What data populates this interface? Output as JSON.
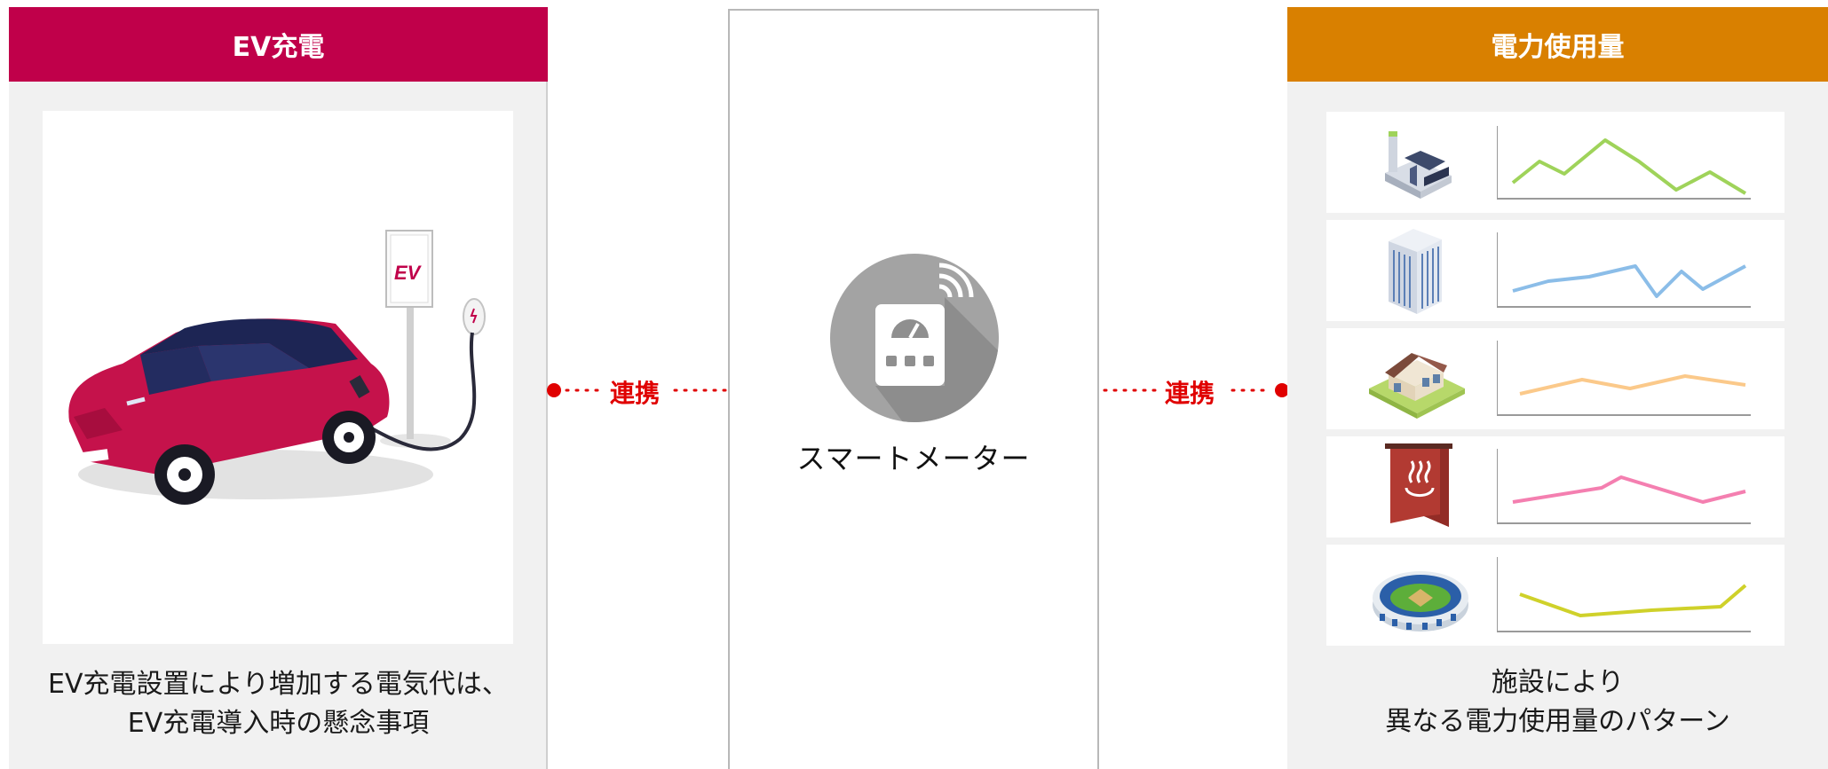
{
  "colors": {
    "ev_header": "#c0004a",
    "power_header": "#d98000",
    "link": "#e00000",
    "meter_circle": "#a3a3a3",
    "meter_shadow": "#8d8d8d"
  },
  "left": {
    "header": "EV充電",
    "caption_line1": "EV充電設置により増加する電気代は、",
    "caption_line2": "EV充電導入時の懸念事項",
    "charger_sign_text": "EV"
  },
  "center": {
    "meter_label": "スマートメーター",
    "icon": "smart-meter-icon"
  },
  "links": {
    "left_label": "連携",
    "right_label": "連携"
  },
  "right": {
    "header": "電力使用量",
    "caption_line1": "施設により",
    "caption_line2": "異なる電力使用量のパターン",
    "facilities": [
      {
        "icon": "factory-icon",
        "color": "#9fd35a"
      },
      {
        "icon": "office-building-icon",
        "color": "#8bbde8"
      },
      {
        "icon": "house-icon",
        "color": "#fbc98a"
      },
      {
        "icon": "hot-spring-icon",
        "color": "#f47fb0"
      },
      {
        "icon": "stadium-icon",
        "color": "#cfd12a"
      }
    ]
  }
}
